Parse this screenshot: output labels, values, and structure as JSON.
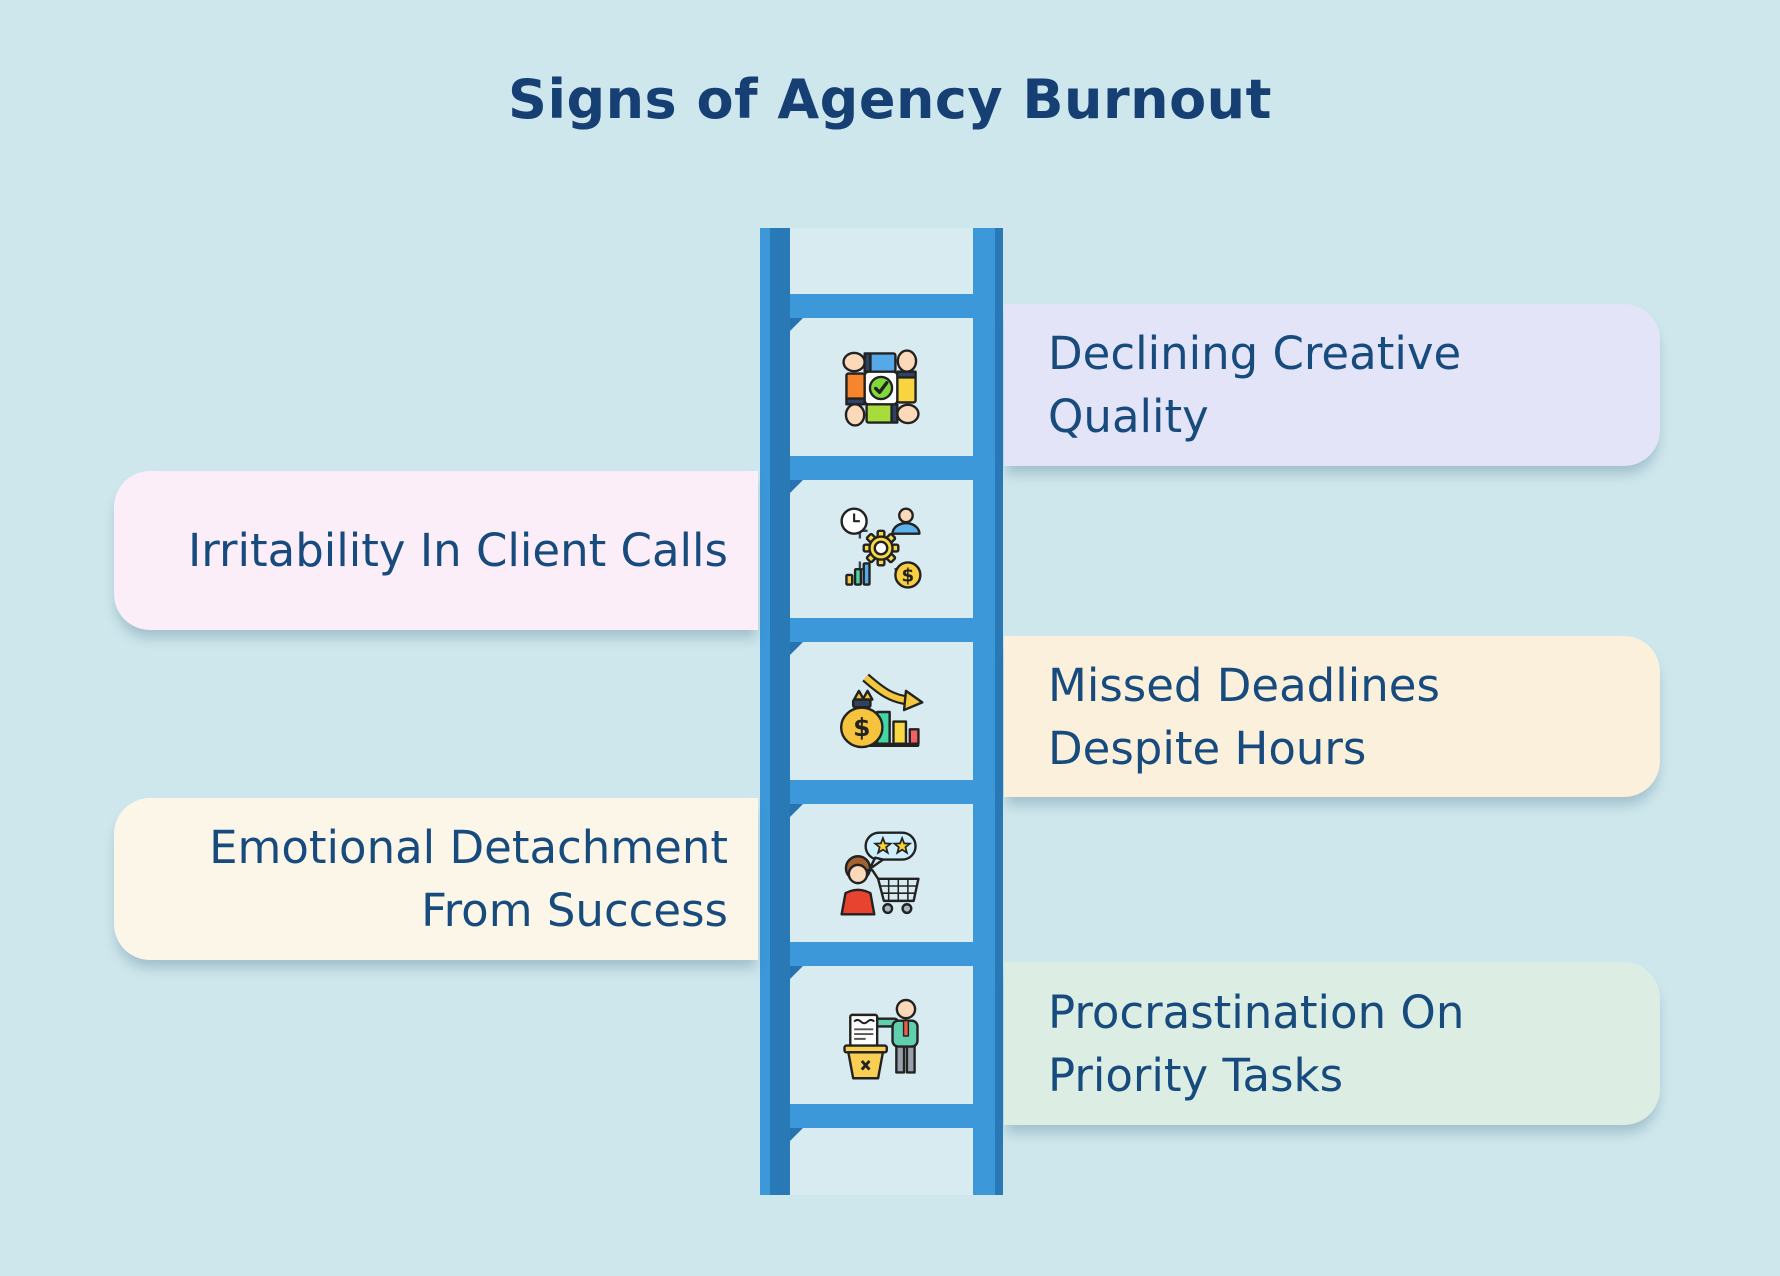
{
  "title": "Signs of Agency Burnout",
  "colors": {
    "background": "#cee7ed",
    "ladder_inner": "#d7ebf1",
    "ladder_light": "#3c98d9",
    "ladder_dark": "#2979b7",
    "rung_shadow": "#2673b0",
    "title_text": "#163f73",
    "card_text": "#174a7d"
  },
  "ladder": {
    "rung_count": 6
  },
  "cards": [
    {
      "side": "right",
      "bg": "#e3e4f8",
      "icon": "teamwork-hands-icon",
      "lines": [
        "Declining Creative",
        "Quality"
      ]
    },
    {
      "side": "left",
      "bg": "#fbeef8",
      "icon": "workflow-management-icon",
      "lines": [
        "Irritability In Client Calls"
      ]
    },
    {
      "side": "right",
      "bg": "#fbf0dc",
      "icon": "declining-revenue-icon",
      "lines": [
        "Missed Deadlines",
        "Despite Hours"
      ]
    },
    {
      "side": "left",
      "bg": "#fcf6e9",
      "icon": "customer-review-icon",
      "lines": [
        "Emotional Detachment",
        "From Success"
      ]
    },
    {
      "side": "right",
      "bg": "#dcede3",
      "icon": "discard-task-icon",
      "lines": [
        "Procrastination On",
        "Priority Tasks"
      ]
    }
  ]
}
